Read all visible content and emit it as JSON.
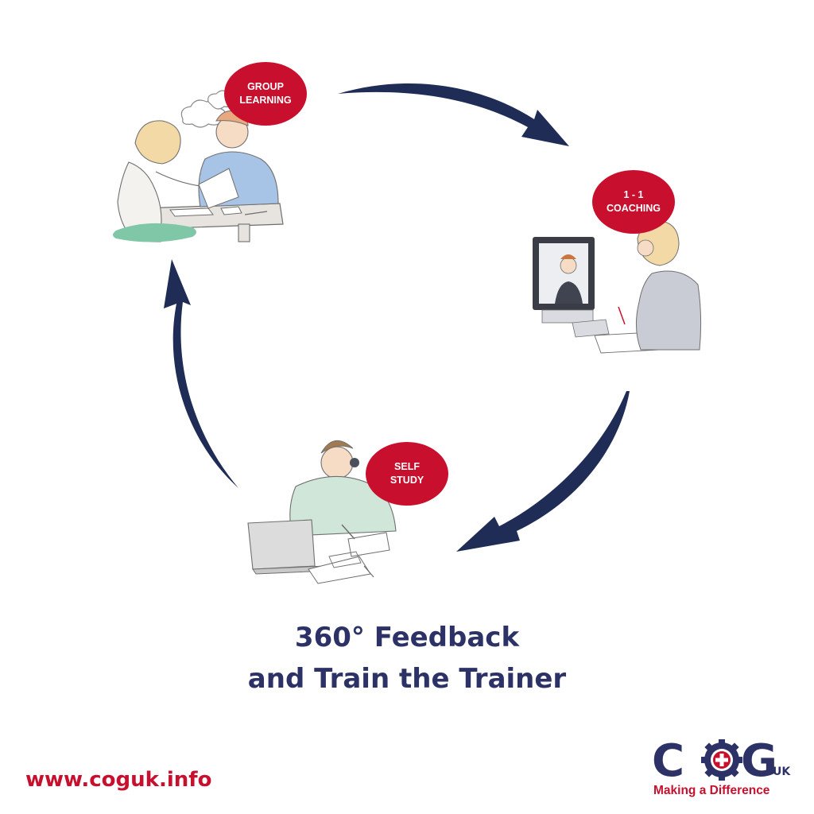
{
  "cycle": {
    "steps": [
      {
        "label_line1": "GROUP",
        "label_line2": "LEARNING"
      },
      {
        "label_line1": "1 - 1",
        "label_line2": "COACHING"
      },
      {
        "label_line1": "SELF",
        "label_line2": "STUDY"
      }
    ]
  },
  "headline": {
    "line1": "360° Feedback",
    "line2": "and Train the Trainer"
  },
  "footer": {
    "website": "www.coguk.info"
  },
  "logo": {
    "letter_c": "C",
    "letter_g": "G",
    "suffix": "UK",
    "tagline": "Making a Difference"
  },
  "colors": {
    "navy": "#2d3266",
    "brand_red": "#c8102e",
    "arrow": "#1f2d56"
  }
}
